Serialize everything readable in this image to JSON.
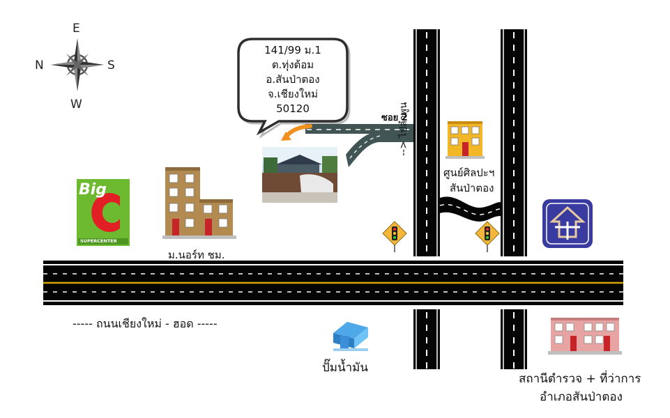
{
  "compass": {
    "north": "N",
    "south": "S",
    "east": "E",
    "west": "W"
  },
  "address_bubble": {
    "line1": "141/99 ม.1",
    "line2": "ต.ทุ่งต้อม",
    "line3": "อ.สันป่าตอง",
    "line4": "จ.เชียงใหม่",
    "line5": "50120"
  },
  "roads": {
    "main_road": "----- ถนนเชียงใหม่ - ฮอด -----",
    "side_road_direction": "--> ไปลำพูน",
    "soi": "ซอย 2"
  },
  "landmarks": {
    "bigc_brand": "Big",
    "bigc_letter": "C",
    "bigc_sub": "SUPERCENTER",
    "dormitory": "ม.นอร์ท ชม.",
    "art_center_line1": "ศูนย์ศิลปะฯ",
    "art_center_line2": "สันป่าตอง",
    "gas_station": "ปั๊มน้ำมัน",
    "police_line1": "สถานีตำรวจ + ที่ว่าการ",
    "police_line2": "อำเภอสันป่าตอง"
  },
  "colors": {
    "road": "#050505",
    "road_yellow_line": "#d7a500",
    "road_white_dash": "#ffffff",
    "soi_road": "#415654",
    "arrow": "#f0901e",
    "bigc_green": "#6db92f",
    "bigc_red": "#e31f26",
    "traffic_sign": "#f4b73b",
    "building_tan": "#b38a50",
    "building_yellow": "#f2b726",
    "building_pink": "#e8a3a3",
    "sso_blue": "#3a3ba0"
  },
  "icons": [
    "compass-rose-icon",
    "bigc-logo-icon",
    "traffic-light-sign-icon",
    "gas-station-icon",
    "sso-logo-icon",
    "building-icon",
    "house-photo-icon"
  ]
}
